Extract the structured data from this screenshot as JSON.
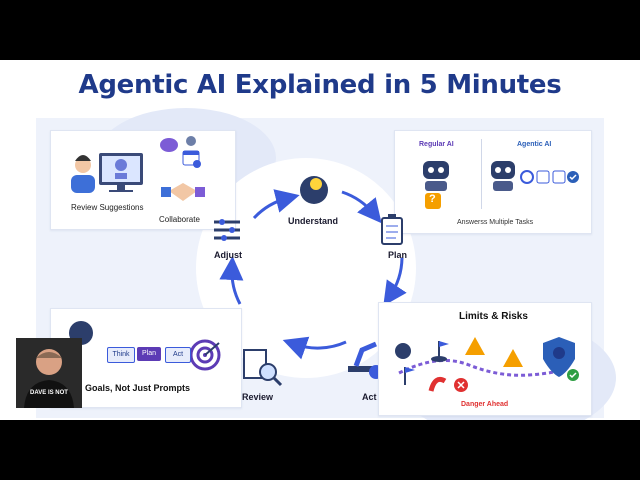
{
  "title": "Agentic AI Explained in 5 Minutes",
  "top_left": {
    "review_label": "Review Suggestions",
    "collaborate_label": "Collaborate"
  },
  "comparison": {
    "regular_title": "Regular AI",
    "agentic_title": "Agentic AI",
    "caption": "Answerss Multiple Tasks",
    "question_mark": "?"
  },
  "cycle": {
    "understand": "Understand",
    "plan": "Plan",
    "act": "Act",
    "review": "Review",
    "adjust": "Adjust"
  },
  "goals": {
    "steps": [
      "Think",
      "Plan",
      "Act"
    ],
    "caption": "Goals, Not Just Prompts"
  },
  "risks": {
    "title": "Limits & Risks",
    "danger_label": "Danger Ahead"
  },
  "presenter": {
    "shirt_text": "DAVE IS NOT"
  },
  "colors": {
    "title": "#1f3a8a",
    "accent": "#3b5bdb",
    "warning": "#f59f00",
    "danger": "#e03131",
    "success": "#2f9e44",
    "purple": "#5c3bb5"
  }
}
